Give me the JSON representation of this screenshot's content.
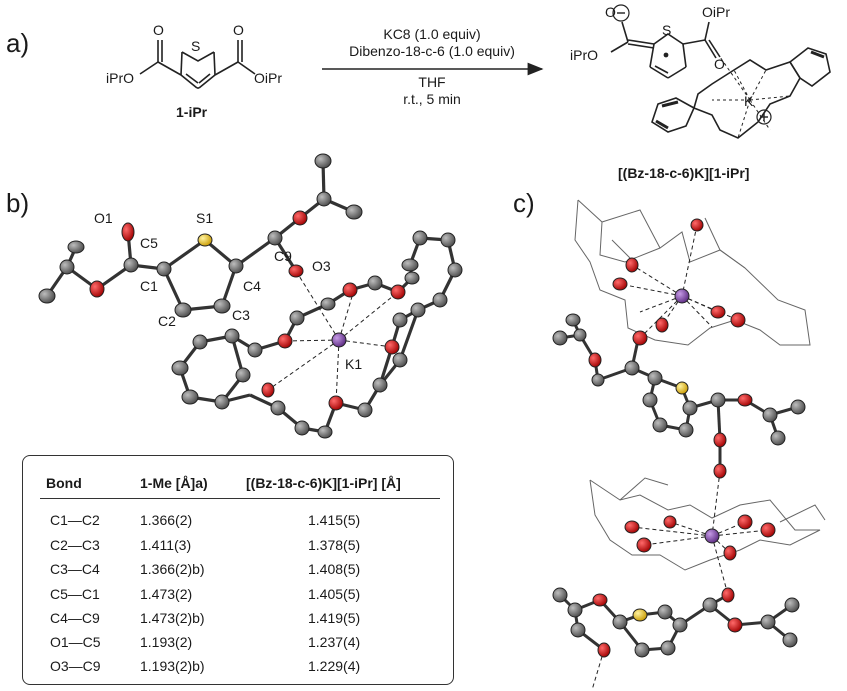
{
  "panels": {
    "a": "a)",
    "b": "b)",
    "c": "c)"
  },
  "scheme": {
    "reagent_label": "1-iPr",
    "product_label": "[(Bz-18-c-6)K][1-iPr]",
    "conditions": [
      "KC8 (1.0 equiv)",
      "Dibenzo-18-c-6 (1.0 equiv)",
      "THF",
      "r.t., 5 min"
    ],
    "substituent_left": "iPrO",
    "substituent_right": "OiPr",
    "product_substituent_left": "iPrO",
    "product_substituent_right": "OiPr",
    "atom_S": "S",
    "atom_O": "O",
    "atom_K": "K"
  },
  "structure_b_labels": [
    "O1",
    "S1",
    "C5",
    "C9",
    "O3",
    "C1",
    "C4",
    "C2",
    "C3",
    "K1"
  ],
  "table": {
    "headers": [
      "Bond",
      "1-Me [Å]a)",
      "[(Bz-18-c-6)K][1-iPr] [Å]"
    ],
    "rows": [
      {
        "bond": "C1—C2",
        "me": "1.366(2)",
        "k": "1.415(5)"
      },
      {
        "bond": "C2—C3",
        "me": "1.411(3)",
        "k": "1.378(5)"
      },
      {
        "bond": "C3—C4",
        "me": "1.366(2)b)",
        "k": "1.408(5)"
      },
      {
        "bond": "C5—C1",
        "me": "1.473(2)",
        "k": "1.405(5)"
      },
      {
        "bond": "C4—C9",
        "me": "1.473(2)b)",
        "k": "1.419(5)"
      },
      {
        "bond": "O1—C5",
        "me": "1.193(2)",
        "k": "1.237(4)"
      },
      {
        "bond": "O3—C9",
        "me": "1.193(2)b)",
        "k": "1.229(4)"
      }
    ]
  },
  "colors": {
    "oxygen": "#d01010",
    "carbon": "#6e6e6e",
    "sulfur": "#f0c020",
    "potassium": "#7d3fa8"
  }
}
